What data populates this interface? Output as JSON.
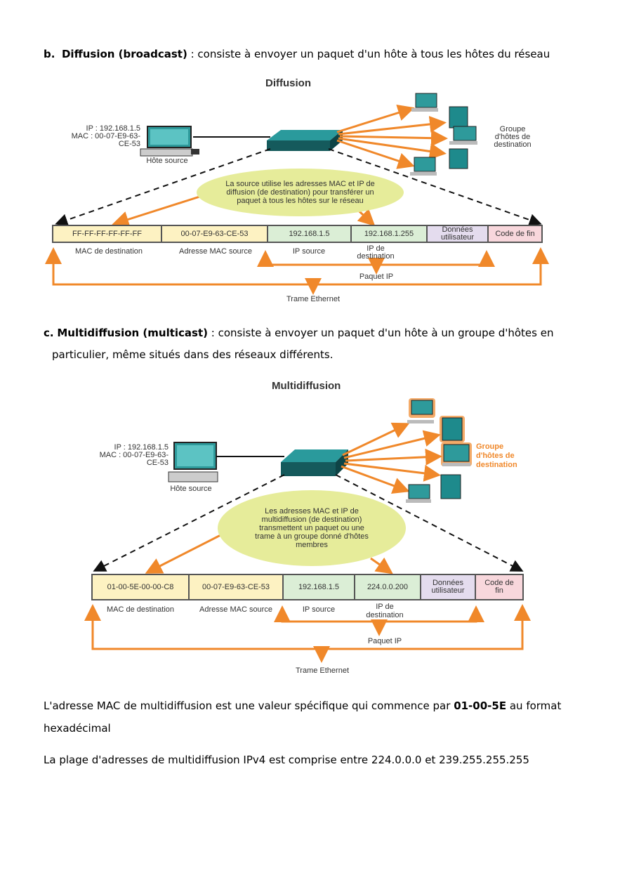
{
  "section_b": {
    "prefix": "b.",
    "title": "Diffusion (broadcast)",
    "text": " : consiste à envoyer un paquet d'un hôte à tous les hôtes du réseau"
  },
  "diagram_broadcast": {
    "title": "Diffusion",
    "source_ip": "IP : 192.168.1.5",
    "source_mac_1": "MAC : 00-07-E9-63-",
    "source_mac_2": "CE-53",
    "source_label": "Hôte source",
    "group_1": "Groupe",
    "group_2": "d'hôtes de",
    "group_3": "destination",
    "bubble": "La source utilise les adresses MAC et IP de diffusion (de destination) pour transférer un paquet à tous les hôtes sur le réseau",
    "fields": [
      "FF-FF-FF-FF-FF-FF",
      "00-07-E9-63-CE-53",
      "192.168.1.5",
      "192.168.1.255",
      "Données utilisateur",
      "Code de fin"
    ],
    "labels": [
      "MAC de destination",
      "Adresse MAC source",
      "IP source",
      "IP de destination"
    ],
    "paquet": "Paquet IP",
    "trame": "Trame Ethernet"
  },
  "section_c": {
    "prefix": "c.",
    "title": "Multidiffusion (multicast)",
    "text": " : consiste à envoyer un paquet d'un hôte à un groupe d'hôtes en",
    "text2": "particulier, même situés dans des réseaux différents."
  },
  "diagram_multicast": {
    "title": "Multidiffusion",
    "source_ip": "IP : 192.168.1.5",
    "source_mac_1": "MAC : 00-07-E9-63-",
    "source_mac_2": "CE-53",
    "source_label": "Hôte source",
    "group_1": "Groupe",
    "group_2": "d'hôtes de",
    "group_3": "destination",
    "bubble": "Les adresses MAC et IP de multidiffusion (de destination) transmettent un paquet ou une trame à un groupe donné d'hôtes membres",
    "fields": [
      "01-00-5E-00-00-C8",
      "00-07-E9-63-CE-53",
      "192.168.1.5",
      "224.0.0.200",
      "Données utilisateur",
      "Code de fin"
    ],
    "labels": [
      "MAC de destination",
      "Adresse MAC source",
      "IP source",
      "IP de destination"
    ],
    "paquet": "Paquet IP",
    "trame": "Trame Ethernet"
  },
  "note_mac": {
    "before": "L'adresse MAC de multidiffusion est une valeur spécifique qui commence par ",
    "bold": "01-00-5E",
    "after": " au format",
    "line2": "hexadécimal"
  },
  "note_range": "La plage d'adresses de multidiffusion IPv4 est comprise entre 224.0.0.0 et 239.255.255.255",
  "colors": {
    "orange": "#f0882a",
    "switch": "#1d7d80",
    "pc": "#1e8a8c"
  }
}
